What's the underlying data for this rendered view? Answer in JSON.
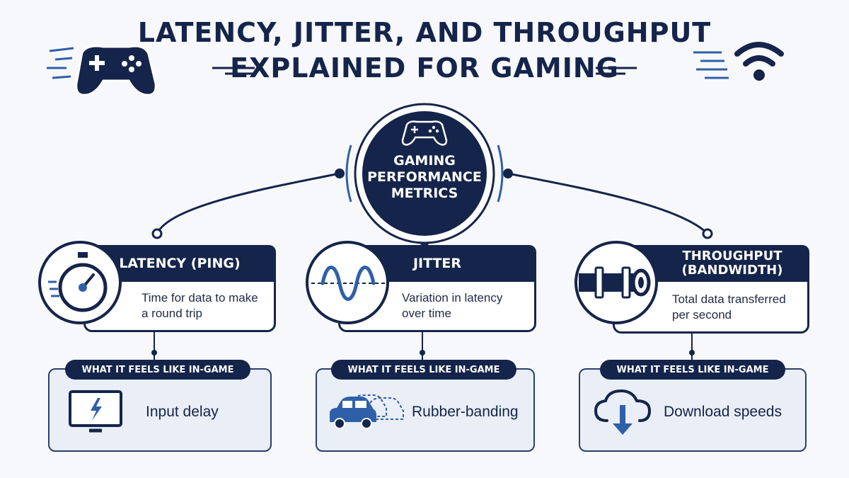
{
  "title": {
    "line1": "LATENCY, JITTER, AND THROUGHPUT",
    "line2": "EXPLAINED FOR GAMING"
  },
  "center": {
    "label": "GAMING PERFORMANCE METRICS",
    "icon": "gamepad-icon"
  },
  "metrics": [
    {
      "name": "LATENCY (PING)",
      "description": "Time for data to make a round trip",
      "icon": "stopwatch-icon",
      "feel_label": "WHAT IT FEELS LIKE IN-GAME",
      "feel_text": "Input delay",
      "feel_icon": "monitor-lightning-icon"
    },
    {
      "name": "JITTER",
      "description": "Variation in latency over time",
      "icon": "wave-icon",
      "feel_label": "WHAT IT FEELS LIKE IN-GAME",
      "feel_text": "Rubber-banding",
      "feel_icon": "car-ghost-icon"
    },
    {
      "name": "THROUGHPUT (BANDWIDTH)",
      "description": "Total data transferred per second",
      "icon": "pipe-icon",
      "feel_label": "WHAT IT FEELS LIKE IN-GAME",
      "feel_text": "Download speeds",
      "feel_icon": "cloud-download-icon"
    }
  ],
  "colors": {
    "navy": "#15244a",
    "accent_blue": "#2f5fa8",
    "light_fill": "#e9eef7"
  }
}
